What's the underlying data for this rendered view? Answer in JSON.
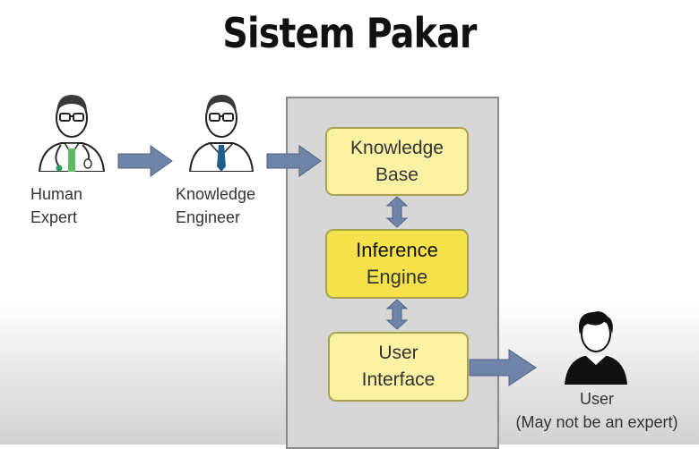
{
  "title": "Sistem Pakar",
  "actors": {
    "human_expert": {
      "line1": "Human",
      "line2": "Expert",
      "icon": "doctor-icon"
    },
    "knowledge_engineer": {
      "line1": "Knowledge",
      "line2": "Engineer",
      "icon": "engineer-icon"
    },
    "user": {
      "line1": "User",
      "line2": "(May not be an expert)",
      "icon": "user-icon"
    }
  },
  "modules": {
    "knowledge_base": {
      "line1": "Knowledge",
      "line2": "Base"
    },
    "inference_engine": {
      "line1": "Inference",
      "line2": "Engine"
    },
    "user_interface": {
      "line1": "User",
      "line2": "Interface"
    }
  },
  "colors": {
    "module_fill": "#faf1a2",
    "highlight_fill": "#f5e24b",
    "arrow_fill": "#6f84a6",
    "system_fill": "#d6d6d6"
  }
}
